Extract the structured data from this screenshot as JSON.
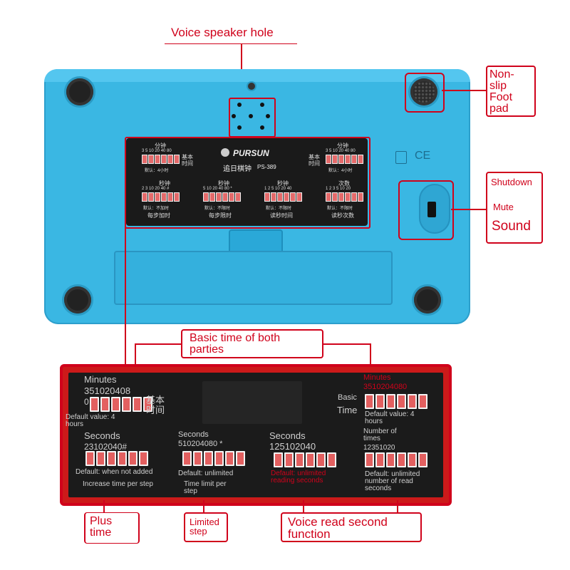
{
  "callouts": {
    "voice_speaker_hole": "Voice speaker hole",
    "non_slip_foot_pad": [
      "Non-",
      "slip",
      "Foot",
      "pad"
    ],
    "shutdown": "Shutdown",
    "mute": "Mute",
    "sound": "Sound",
    "basic_time_both": [
      "Basic time of both",
      "parties"
    ],
    "plus_time": [
      "Plus",
      "time"
    ],
    "limited_step": [
      "Limited",
      "step"
    ],
    "voice_read_second": [
      "Voice read second",
      "function"
    ]
  },
  "device_panel": {
    "brand": "PURSUN",
    "model_cn": "追日棋钟",
    "model": "PS-389",
    "left_minutes_title": "分钟",
    "left_minutes_scale": "3 5 10 20 40 80",
    "left_basic_time": [
      "基本",
      "时间"
    ],
    "left_default": "默认：4小时",
    "right_minutes_title": "分钟",
    "right_minutes_scale": "3 5 10 20 40 80",
    "right_basic_time": [
      "基本",
      "时间"
    ],
    "right_default": "默认：4小时",
    "sec1_title": "秒钟",
    "sec1_scale": "2 3 10 20 40 #",
    "sec1_default": "默认：不加时",
    "sec1_name": "每步加时",
    "sec2_title": "秒钟",
    "sec2_scale": "5 10 20 40 80 *",
    "sec2_default": "默认：不限时",
    "sec2_name": "每步限时",
    "sec3_title": "秒钟",
    "sec3_scale": "1 2 5 10 20 40",
    "sec3_default": "默认：不限时",
    "sec3_name": "读秒时间",
    "sec4_title": "次数",
    "sec4_scale": "1 2 3 5 10 20",
    "sec4_default": "默认：不限时",
    "sec4_name": "读秒次数"
  },
  "zoom_panel": {
    "minutes_title": "Minutes",
    "minutes_scale": "351020408",
    "minutes_scale_prefix": "0",
    "basic_time_cn": [
      "基本",
      "时间"
    ],
    "default_value": [
      "Default value: 4",
      "hours"
    ],
    "right_basic": [
      "Basic",
      "Time"
    ],
    "right_minutes_title": "Minutes",
    "right_minutes_scale": "3510204080",
    "right_default_value": [
      "Default value: 4",
      "hours"
    ],
    "seconds1_title": "Seconds",
    "seconds1_scale": "23102040#",
    "seconds1_default": "Default: when not added",
    "seconds1_name": "Increase time per step",
    "seconds2_title": "Seconds",
    "seconds2_scale": "510204080 *",
    "seconds2_default": "Default: unlimited",
    "seconds2_name": [
      "Time limit per",
      "step"
    ],
    "seconds3_title": "Seconds",
    "seconds3_scale": "125102040",
    "seconds3_default": [
      "Default: unlimited",
      "reading seconds"
    ],
    "times_title": [
      "Number of",
      "times"
    ],
    "times_scale": "12351020",
    "times_default": [
      "Default: unlimited",
      "number of read",
      "seconds"
    ]
  },
  "colors": {
    "device_blue": "#3ab7e3",
    "callout_red": "#d0021b",
    "panel_dark": "#1a1a1a",
    "dip_red": "#e36060"
  }
}
